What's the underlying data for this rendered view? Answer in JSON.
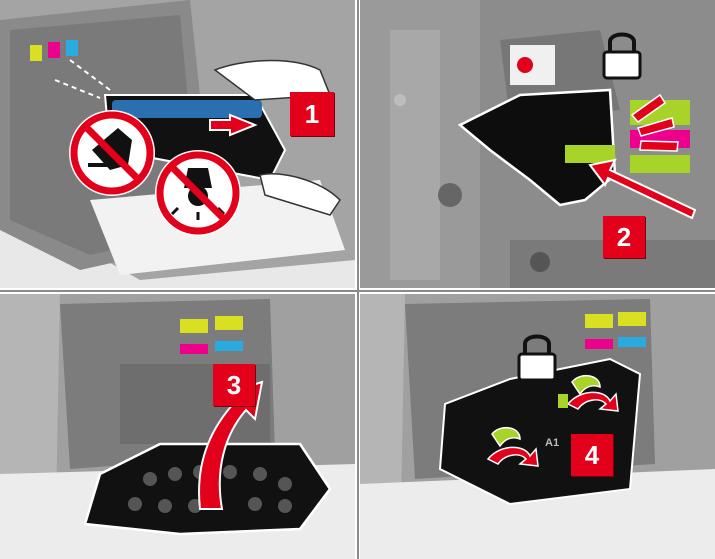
{
  "steps": [
    {
      "number": "1",
      "icons": [
        "no-touch-surface-icon",
        "no-light-exposure-icon"
      ]
    },
    {
      "number": "2",
      "icons": [
        "lock-icon",
        "click-sound-icon"
      ]
    },
    {
      "number": "3",
      "icons": [
        "lift-arrow-icon"
      ]
    },
    {
      "number": "4",
      "icons": [
        "lock-icon",
        "rotate-latch-arrow-icon"
      ]
    }
  ],
  "labels": {
    "latch_label": "A1"
  },
  "colors": {
    "badge": "#e2001a",
    "toner_yellow": "#d9e021",
    "toner_magenta": "#ec008c",
    "toner_cyan": "#29abe2",
    "latch_green": "#a8d42a"
  }
}
